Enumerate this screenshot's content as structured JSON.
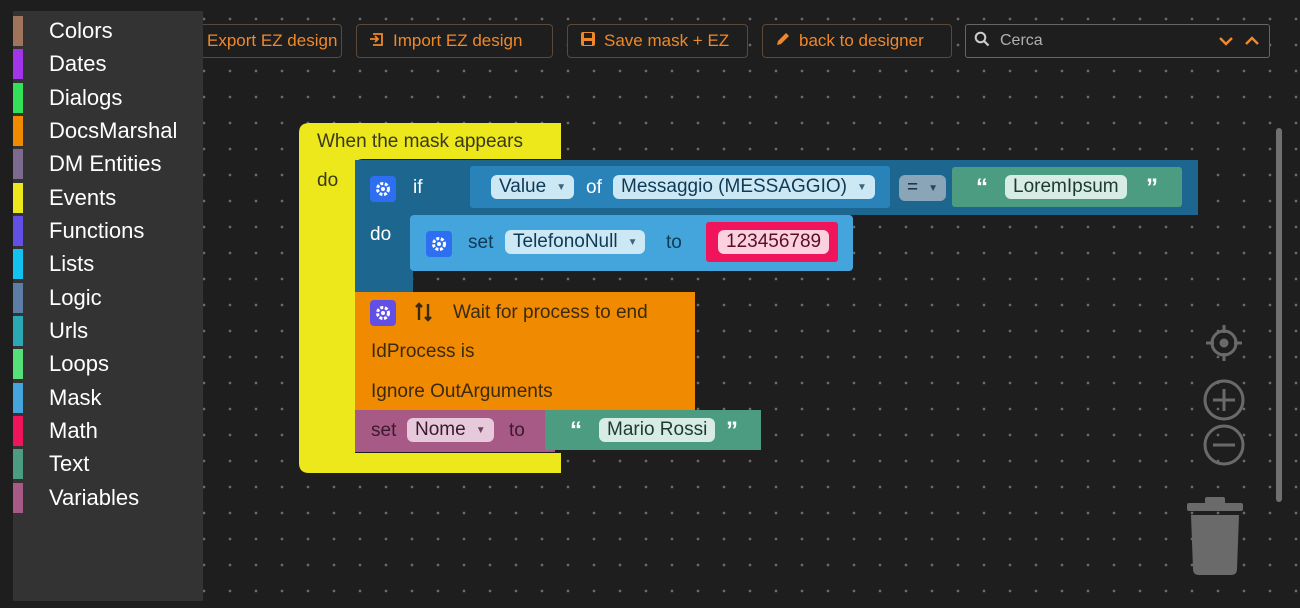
{
  "toolbar": {
    "export_label": "Export EZ design",
    "import_label": "Import EZ design",
    "save_label": "Save mask + EZ",
    "back_label": "back to designer",
    "search_placeholder": "Cerca"
  },
  "categories": [
    {
      "label": "Colors",
      "color": "#a0745a"
    },
    {
      "label": "Dates",
      "color": "#a335e8"
    },
    {
      "label": "Dialogs",
      "color": "#33e05a"
    },
    {
      "label": "DocsMarshal",
      "color": "#f08a00"
    },
    {
      "label": "DM Entities",
      "color": "#7c6b8e"
    },
    {
      "label": "Events",
      "color": "#ece81c"
    },
    {
      "label": "Functions",
      "color": "#6250e6"
    },
    {
      "label": "Lists",
      "color": "#14c2f2"
    },
    {
      "label": "Logic",
      "color": "#5c7ea6"
    },
    {
      "label": "Urls",
      "color": "#2aa8b4"
    },
    {
      "label": "Loops",
      "color": "#56e07a"
    },
    {
      "label": "Mask",
      "color": "#44a4dc"
    },
    {
      "label": "Math",
      "color": "#f0145c"
    },
    {
      "label": "Text",
      "color": "#4c9c82"
    },
    {
      "label": "Variables",
      "color": "#a85a86"
    }
  ],
  "event_block": {
    "title": "When the mask appears",
    "do_label": "do",
    "color": "#ece81c"
  },
  "if_block": {
    "if_label": "if",
    "do_label": "do",
    "color": "#1a5a7e",
    "field_dropdown": "Value",
    "of_label": "of",
    "entity_dropdown": "Messaggio (MESSAGGIO)",
    "operator": "=",
    "text_value": "LoremIpsum"
  },
  "set_telefono": {
    "set_label": "set",
    "field": "TelefonoNull",
    "to_label": "to",
    "value": "123456789",
    "color": "#44a4dc"
  },
  "wait_block": {
    "title": "Wait for process to end",
    "id_process_label": "IdProcess is",
    "ignore_label": "Ignore OutArguments",
    "color": "#f08a00"
  },
  "set_nome": {
    "set_label": "set",
    "variable": "Nome",
    "to_label": "to",
    "text_value": "Mario Rossi",
    "color": "#a85a86"
  },
  "icons": {
    "export": "export-icon",
    "import": "import-icon",
    "save": "floppy-icon",
    "back": "pencil-icon",
    "search": "search-icon",
    "recenter": "target-icon",
    "zoom_in": "zoom-in-icon",
    "zoom_out": "zoom-out-icon",
    "trash": "trash-icon"
  }
}
